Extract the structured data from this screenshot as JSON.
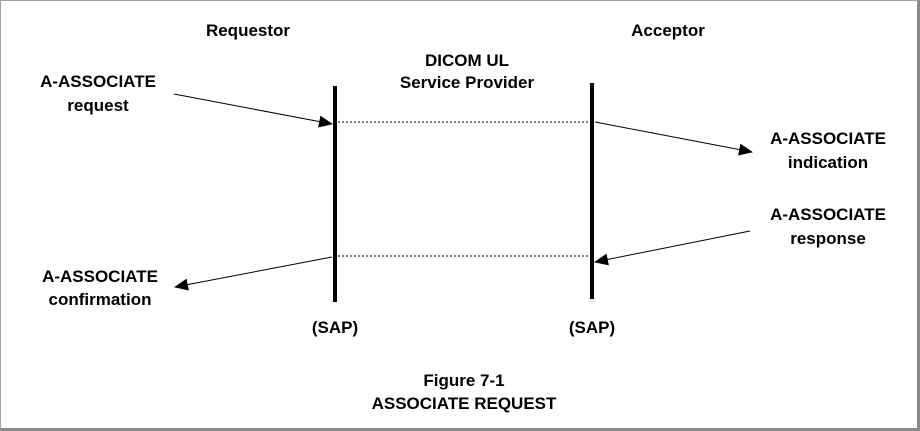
{
  "diagram": {
    "requestor_label": "Requestor",
    "acceptor_label": "Acceptor",
    "provider_label_line1": "DICOM UL",
    "provider_label_line2": "Service Provider",
    "request": {
      "line1": "A-ASSOCIATE",
      "line2": "request"
    },
    "indication": {
      "line1": "A-ASSOCIATE",
      "line2": "indication"
    },
    "response": {
      "line1": "A-ASSOCIATE",
      "line2": "response"
    },
    "confirmation": {
      "line1": "A-ASSOCIATE",
      "line2": "confirmation"
    },
    "sap_left": "(SAP)",
    "sap_right": "(SAP)",
    "caption_line1": "Figure 7-1",
    "caption_line2": "ASSOCIATE REQUEST"
  },
  "colors": {
    "ink": "#000000",
    "frame": "#a0a0a0"
  }
}
